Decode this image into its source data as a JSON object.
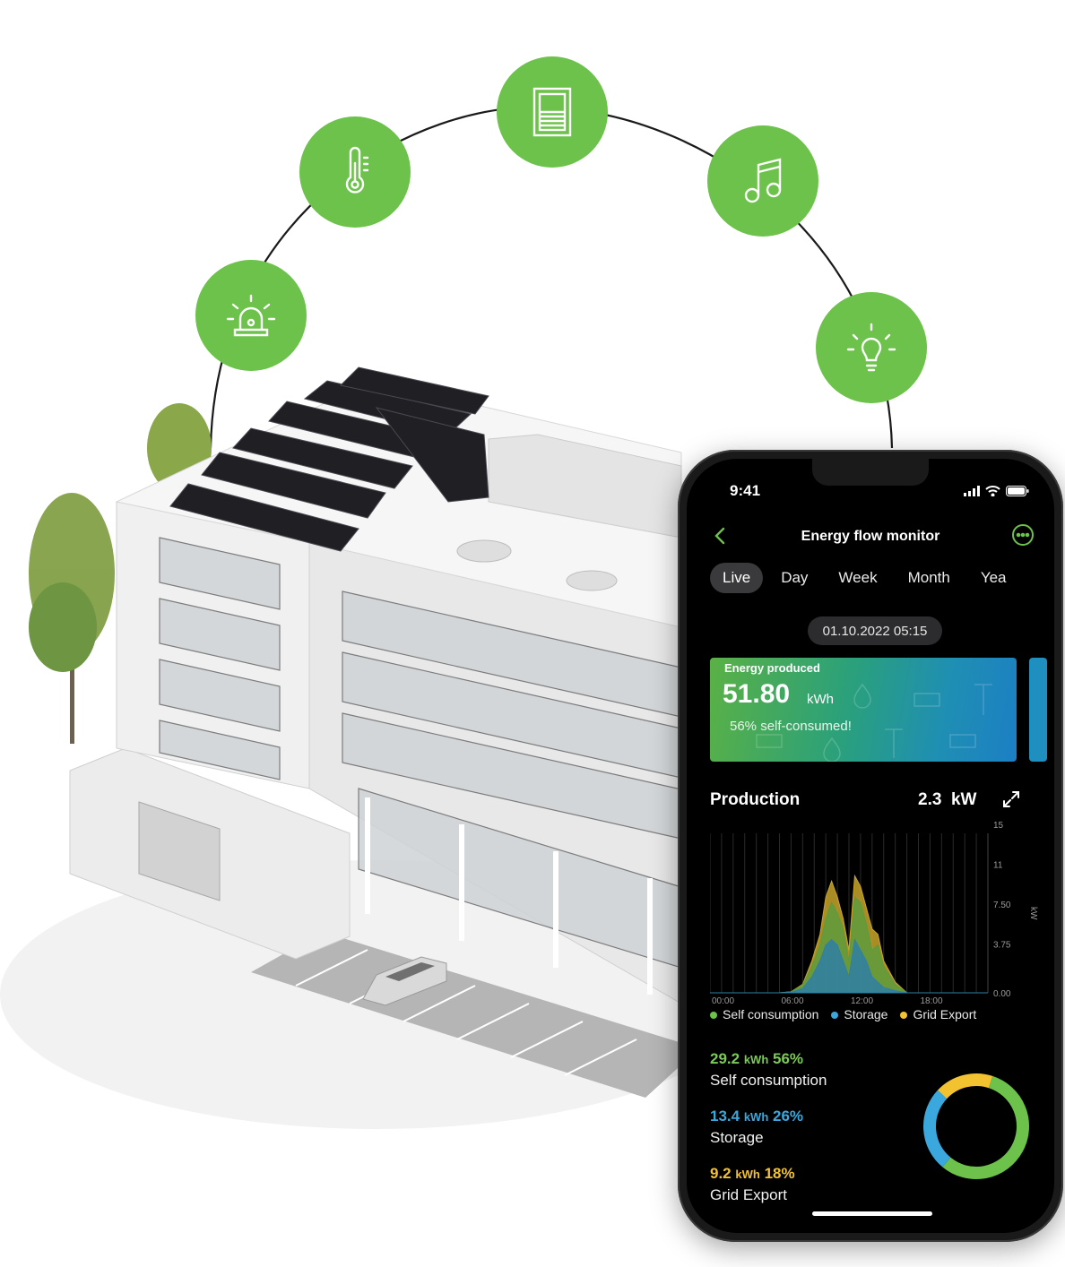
{
  "colors": {
    "green": "#6cc24a",
    "self": "#6cc24a",
    "storage": "#3aa8dc",
    "export": "#f2c230"
  },
  "scene": {
    "icons": [
      "siren-icon",
      "thermometer-icon",
      "blinds-icon",
      "music-icon",
      "lightbulb-icon"
    ]
  },
  "phone": {
    "status_time": "9:41",
    "header_title": "Energy flow monitor",
    "tabs": [
      {
        "label": "Live",
        "active": true
      },
      {
        "label": "Day",
        "active": false
      },
      {
        "label": "Week",
        "active": false
      },
      {
        "label": "Month",
        "active": false
      },
      {
        "label": "Yea",
        "active": false
      }
    ],
    "date": "01.10.2022 05:15",
    "energy_card": {
      "label": "Energy produced",
      "value": "51.80",
      "unit": "kWh",
      "subtitle": "56% self-consumed!"
    },
    "production": {
      "label": "Production",
      "value": "2.3",
      "unit": "kW"
    },
    "legend": [
      {
        "name": "Self consumption",
        "color": "#6cc24a"
      },
      {
        "name": "Storage",
        "color": "#3aa8dc"
      },
      {
        "name": "Grid Export",
        "color": "#f2c230"
      }
    ],
    "stats": [
      {
        "kwh": "29.2",
        "unit": "kWh",
        "pct": "56%",
        "name": "Self consumption",
        "color": "#7cc95a"
      },
      {
        "kwh": "13.4",
        "unit": "kWh",
        "pct": "26%",
        "name": "Storage",
        "color": "#3aa8dc"
      },
      {
        "kwh": "9.2",
        "unit": "kWh",
        "pct": "18%",
        "name": "Grid Export",
        "color": "#f2c230"
      }
    ]
  },
  "chart_data": [
    {
      "type": "area",
      "x_ticks": [
        "00:00",
        "06:00",
        "12:00",
        "18:00"
      ],
      "y_ticks": [
        "15",
        "11",
        "7.50",
        "3.75",
        "0.00"
      ],
      "ylabel": "kW",
      "xlim": [
        0,
        24
      ],
      "ylim": [
        0,
        15
      ],
      "x": [
        0,
        6,
        7,
        8,
        8.8,
        9.5,
        10,
        10.5,
        11,
        11.5,
        12,
        12.5,
        13,
        13.5,
        14,
        14.5,
        15,
        16,
        17,
        18,
        24
      ],
      "series": [
        {
          "name": "Grid Export",
          "values": [
            0,
            0,
            0.1,
            0.8,
            3,
            5.5,
            9,
            10.5,
            9,
            7,
            4,
            11,
            10,
            8,
            6,
            5.5,
            3,
            1,
            0,
            0,
            0
          ]
        },
        {
          "name": "Self consumption",
          "values": [
            0,
            0,
            0.1,
            0.7,
            2.5,
            4.5,
            7,
            8.5,
            7.5,
            6,
            3,
            9,
            8.5,
            6.5,
            4,
            4.5,
            2.5,
            0.8,
            0,
            0,
            0
          ]
        },
        {
          "name": "Storage",
          "values": [
            0,
            0,
            0.05,
            0.4,
            1.5,
            3,
            4.5,
            5,
            4.5,
            3,
            1.5,
            5,
            4,
            3,
            1.5,
            1,
            0.5,
            0.2,
            0,
            0,
            0
          ]
        }
      ]
    },
    {
      "type": "pie",
      "categories": [
        "Self consumption",
        "Storage",
        "Grid Export"
      ],
      "values": [
        56,
        26,
        18
      ]
    }
  ]
}
